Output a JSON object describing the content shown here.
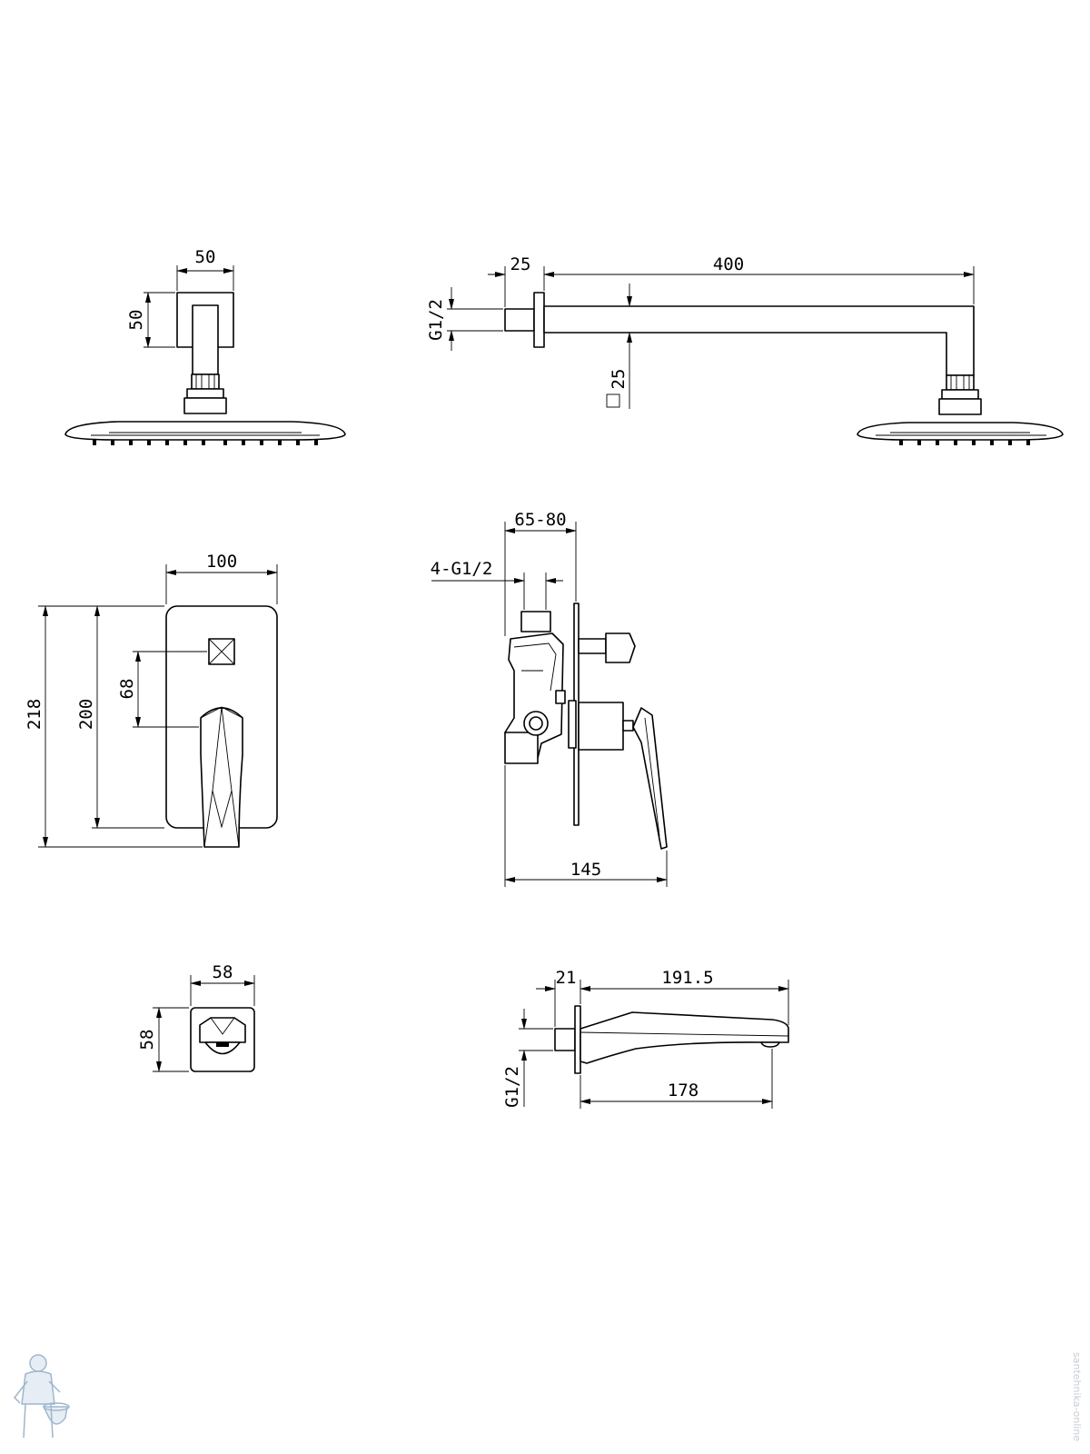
{
  "shower_head_front": {
    "dim_width": "50",
    "dim_height": "50"
  },
  "shower_arm_side": {
    "dim_flange": "25",
    "dim_length": "400",
    "dim_thread": "G1/2",
    "dim_square": "25"
  },
  "mixer_front": {
    "dim_width": "100",
    "dim_total_height": "218",
    "dim_plate_height": "200",
    "dim_spacing": "68"
  },
  "mixer_side": {
    "dim_depth_range": "65-80",
    "dim_connections": "4-G1/2",
    "dim_total_depth": "145"
  },
  "diverter_front": {
    "dim_width": "58",
    "dim_height": "58"
  },
  "spout_side": {
    "dim_flange": "21",
    "dim_total_length": "191.5",
    "dim_projection": "178",
    "dim_thread": "G1/2"
  },
  "watermark": {
    "text": "santehnika-online"
  }
}
